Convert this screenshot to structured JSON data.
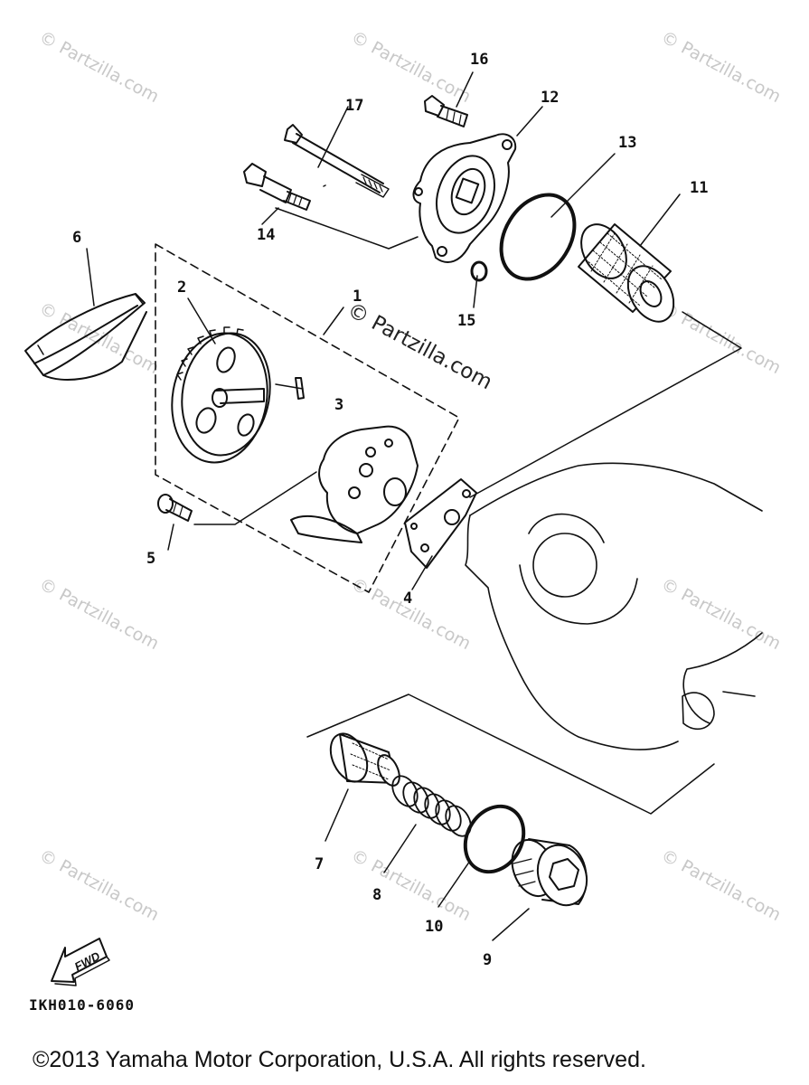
{
  "watermark": "© Partzilla.com",
  "main_watermark": "© Partzilla.com",
  "diagram_code": "IKH010-6060",
  "copyright": "©2013 Yamaha Motor Corporation, U.S.A. All rights reserved.",
  "fwd_label": "FWD",
  "callouts": {
    "c1": "1",
    "c2": "2",
    "c3": "3",
    "c4": "4",
    "c5": "5",
    "c6": "6",
    "c7": "7",
    "c8": "8",
    "c9": "9",
    "c10": "10",
    "c11": "11",
    "c12": "12",
    "c13": "13",
    "c14": "14",
    "c15": "15",
    "c16": "16",
    "c17": "17"
  },
  "colors": {
    "ink": "#111111",
    "watermark": "#c8c8c8",
    "background": "#ffffff"
  }
}
